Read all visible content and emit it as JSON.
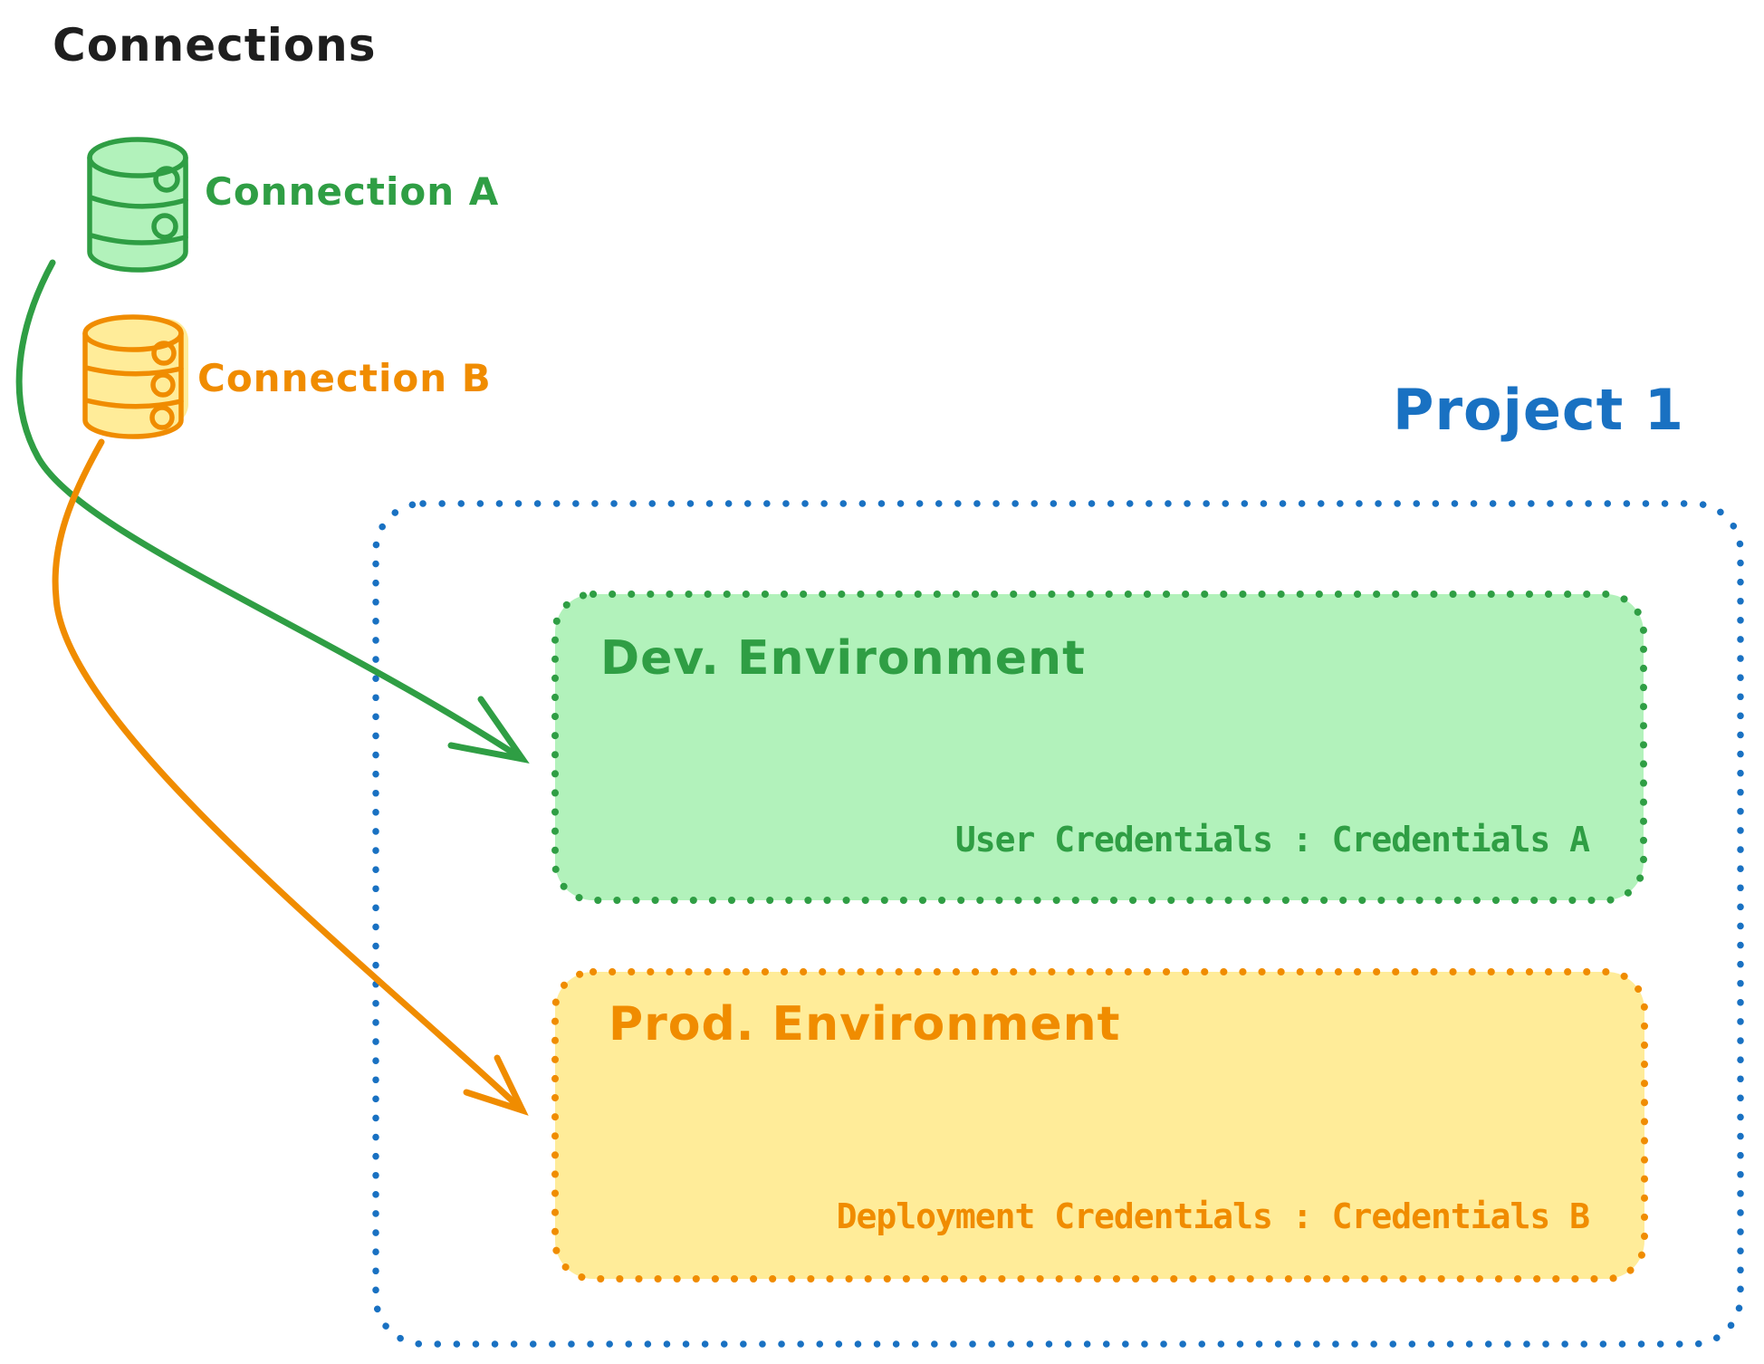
{
  "diagram": {
    "title": "Connections",
    "colors": {
      "text": "#1e1e1e",
      "green_stroke": "#2f9e44",
      "green_fill": "#b2f2bb",
      "orange_stroke": "#f08c00",
      "orange_fill": "#ffec99",
      "blue_stroke": "#1971c2",
      "background": "#ffffff"
    },
    "connections": [
      {
        "label": "Connection A",
        "icon": "database-icon",
        "color": "#2f9e44"
      },
      {
        "label": "Connection B",
        "icon": "database-icon",
        "color": "#f08c00"
      }
    ],
    "project": {
      "title": "Project 1",
      "environments": [
        {
          "name": "Dev. Environment",
          "credentials": "User Credentials : Credentials A",
          "linked_connection": "Connection A",
          "stroke": "#2f9e44",
          "fill": "#b2f2bb"
        },
        {
          "name": "Prod. Environment",
          "credentials": "Deployment Credentials : Credentials B",
          "linked_connection": "Connection B",
          "stroke": "#f08c00",
          "fill": "#ffec99"
        }
      ]
    }
  }
}
